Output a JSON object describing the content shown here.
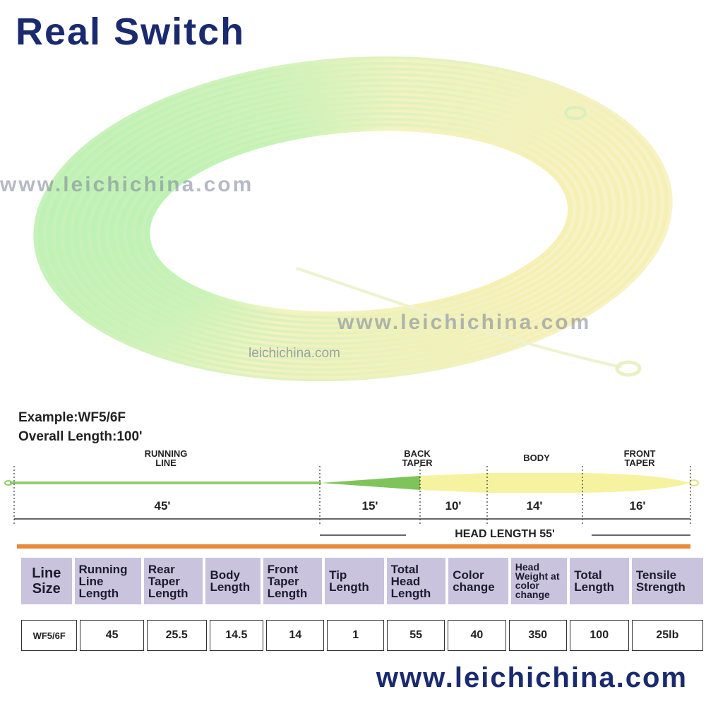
{
  "title": "Real Switch",
  "watermarks": {
    "top": "www.leichichina.com",
    "middle": "www.leichichina.com",
    "small": "leichichina.com"
  },
  "example": {
    "line1": "Example:WF5/6F",
    "line2": "Overall Length:100'"
  },
  "diagram": {
    "segments": {
      "running_line": "RUNNING LINE",
      "back_taper": "BACK TAPER",
      "body": "BODY",
      "front_taper": "FRONT TAPER"
    },
    "lengths": {
      "running": "45'",
      "back": "15'",
      "body_a": "10'",
      "body_b": "14'",
      "front": "16'"
    },
    "head_length": "HEAD LENGTH 55'",
    "colors": {
      "running": "#8fcf6a",
      "taper_green": "#7fc45a",
      "body_yellow": "#f6f3a0"
    }
  },
  "table": {
    "headers": [
      "Line Size",
      "Running Line Length",
      "Rear Taper Length",
      "Body Length",
      "Front Taper Length",
      "Tip Length",
      "Total Head Length",
      "Color change",
      "Head Weight at color change",
      "Total Length",
      "Tensile Strength"
    ],
    "values": [
      "WF5/6F",
      "45",
      "25.5",
      "14.5",
      "14",
      "1",
      "55",
      "40",
      "350",
      "100",
      "25lb"
    ],
    "header_color": "#c9c3de",
    "accent": "#e88a3a"
  },
  "footer": "www.leichichina.com",
  "brand_color": "#1b2a6e"
}
